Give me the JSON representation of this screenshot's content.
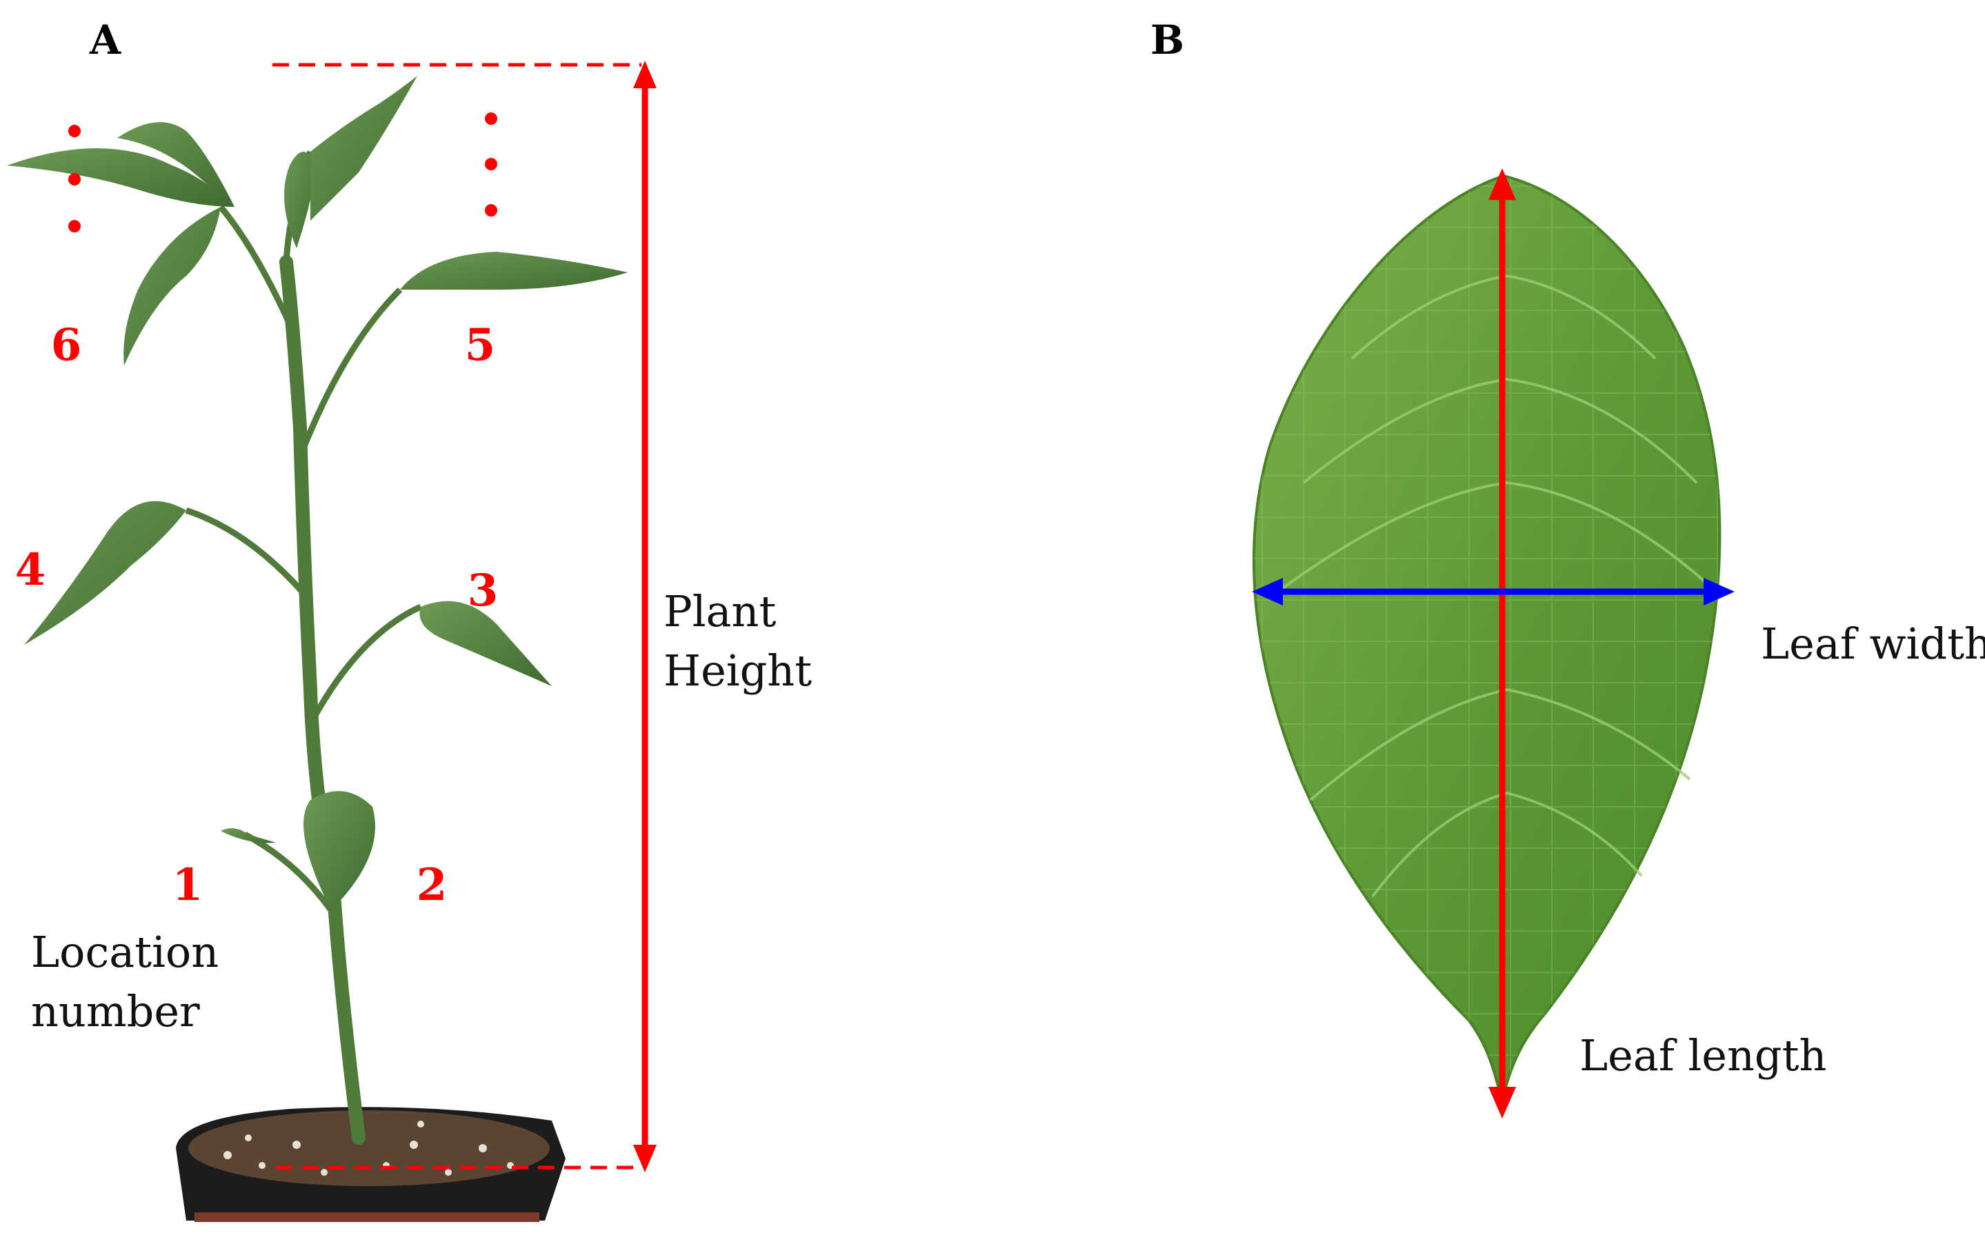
{
  "panels": {
    "a": {
      "letter": "A",
      "location_numbers": [
        "1",
        "2",
        "3",
        "4",
        "5",
        "6"
      ],
      "location_label": [
        "Location",
        "number"
      ],
      "height_label": [
        "Plant",
        "Height"
      ]
    },
    "b": {
      "letter": "B",
      "width_label": "Leaf width",
      "length_label": "Leaf length"
    }
  },
  "colors": {
    "annotation_red": "#ff0000",
    "width_arrow_blue": "#0000ff",
    "leaf_green": "#5e9a36",
    "plant_green": "#4f7a3a",
    "soil": "#5a4535",
    "pot": "#1c1c1c"
  },
  "icons": {
    "plant": "pepper-seedling-in-pot",
    "leaf": "single-serrated-leaf"
  }
}
